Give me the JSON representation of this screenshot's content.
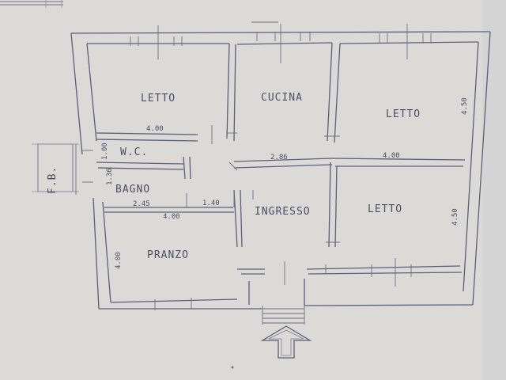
{
  "rooms": {
    "letto_top_left": "LETTO",
    "cucina": "CUCINA",
    "letto_top_right": "LETTO",
    "wc": "W.C.",
    "bagno": "BAGNO",
    "ingresso": "INGRESSO",
    "letto_bottom_right": "LETTO",
    "pranzo": "PRANZO",
    "fb": "F.B."
  },
  "dimensions": {
    "letto_left_width": "4.00",
    "letto_right_height": "4.50",
    "hall_width": "2.86",
    "letto_right_width": "4.00",
    "wc_height": "1.00",
    "bagno_height": "1.36",
    "bagno_width": "2.45",
    "hall_stub": "1.40",
    "pranzo_width": "4.00",
    "pranzo_height": "4.00",
    "letto_bottom_height": "4.50"
  },
  "colors": {
    "paper": "#dcdad6",
    "ink": "#5a5f7a"
  }
}
